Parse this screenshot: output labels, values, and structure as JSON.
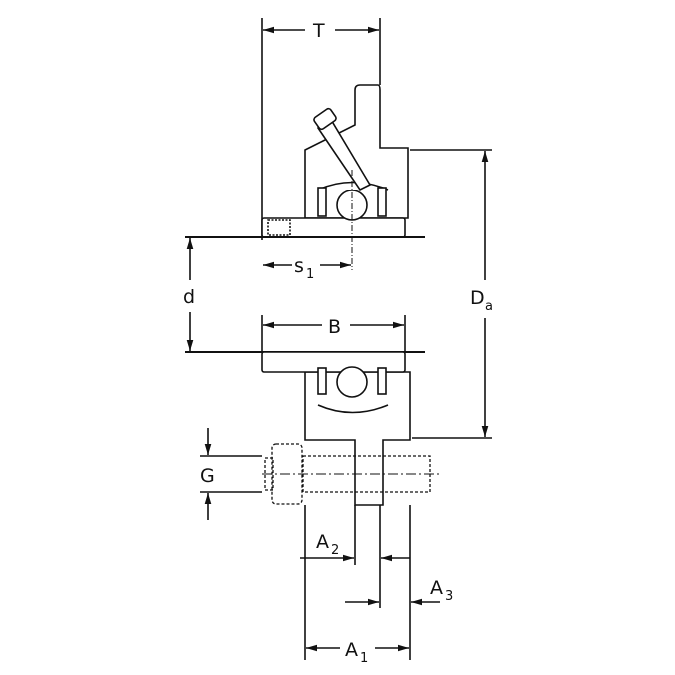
{
  "labels": {
    "T": {
      "base": "T"
    },
    "s1": {
      "base": "s",
      "sub": "1"
    },
    "d": {
      "base": "d"
    },
    "Da": {
      "base": "D",
      "sub": "a"
    },
    "B": {
      "base": "B"
    },
    "G": {
      "base": "G"
    },
    "A2": {
      "base": "A",
      "sub": "2"
    },
    "A3": {
      "base": "A",
      "sub": "3"
    },
    "A1": {
      "base": "A",
      "sub": "1"
    }
  },
  "colors": {
    "line": "#111111",
    "fill": "#ffffff"
  }
}
